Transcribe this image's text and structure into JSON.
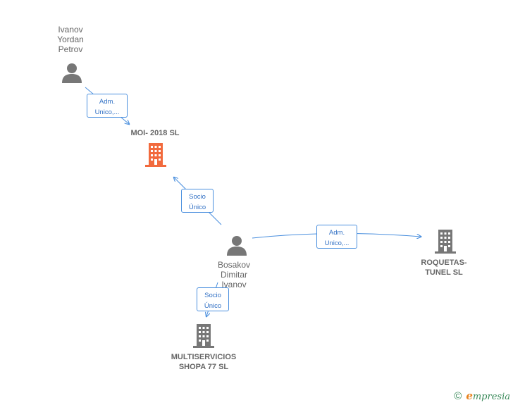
{
  "nodes": {
    "ivanov": {
      "label": "Ivanov\nYordan\nPetrov",
      "type": "person"
    },
    "moi": {
      "label": "MOI- 2018  SL",
      "type": "company",
      "highlight": "#f26a3d"
    },
    "bosakov": {
      "label": "Bosakov\nDimitar\nIvanov",
      "type": "person"
    },
    "roquetas": {
      "label": "ROQUETAS-\nTUNEL  SL",
      "type": "company"
    },
    "multiservicios": {
      "label": "MULTISERVICIOS\nSHOPA 77  SL",
      "type": "company"
    }
  },
  "edges": {
    "ivanov_moi": "Adm.\nUnico,...",
    "bosakov_moi": "Socio\nÚnico",
    "bosakov_roquetas": "Adm.\nUnico,...",
    "bosakov_multiservicios": "Socio\nÚnico"
  },
  "colors": {
    "edge": "#4a8fde",
    "person_icon": "#777777",
    "company_icon": "#777777",
    "company_highlight": "#f26a3d"
  },
  "footer": {
    "copyright": "©",
    "brand_first": "e",
    "brand_rest": "mpresia"
  }
}
